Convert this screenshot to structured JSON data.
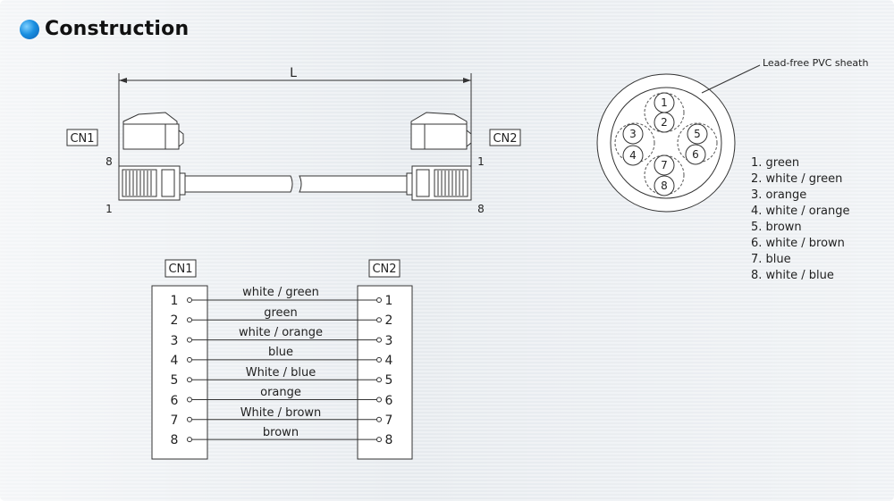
{
  "header": {
    "title": "Construction"
  },
  "connector": {
    "length_label": "L",
    "cn1_label": "CN1",
    "cn2_label": "CN2",
    "cn1_pin_top": "8",
    "cn1_pin_bottom": "1",
    "cn2_pin_top": "1",
    "cn2_pin_bottom": "8"
  },
  "cross_section": {
    "sheath_label": "Lead-free PVC sheath",
    "pins": [
      "1",
      "2",
      "3",
      "4",
      "5",
      "6",
      "7",
      "8"
    ],
    "legend": [
      "1. green",
      "2. white / green",
      "3. orange",
      "4. white / orange",
      "5. brown",
      "6. white / brown",
      "7. blue",
      "8. white / blue"
    ]
  },
  "wiring": {
    "cn1_label": "CN1",
    "cn2_label": "CN2",
    "left_pins": [
      "1",
      "2",
      "3",
      "4",
      "5",
      "6",
      "7",
      "8"
    ],
    "right_pins": [
      "1",
      "2",
      "3",
      "4",
      "5",
      "6",
      "7",
      "8"
    ],
    "wire_labels": [
      "white / green",
      "green",
      "white / orange",
      "blue",
      "White / blue",
      "orange",
      "White / brown",
      "brown"
    ]
  }
}
